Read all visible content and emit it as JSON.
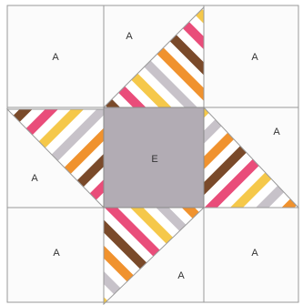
{
  "labels": {
    "corner_top_left": "A",
    "top_middle": "A",
    "corner_top_right": "A",
    "middle_left": "A",
    "center": "E",
    "middle_right": "A",
    "corner_bottom_left": "A",
    "bottom_middle": "A",
    "corner_bottom_right": "A"
  },
  "colors": {
    "background": "#ffffff",
    "plain_square": "#fbfbfb",
    "center_square": "#b2acb4",
    "outline": "#9a9a9a",
    "stripes": [
      "#7a4a2a",
      "#ffffff",
      "#e94d7a",
      "#ffffff",
      "#f5c84a",
      "#ffffff",
      "#c7c2c9",
      "#ffffff",
      "#f0922e",
      "#ffffff"
    ]
  }
}
